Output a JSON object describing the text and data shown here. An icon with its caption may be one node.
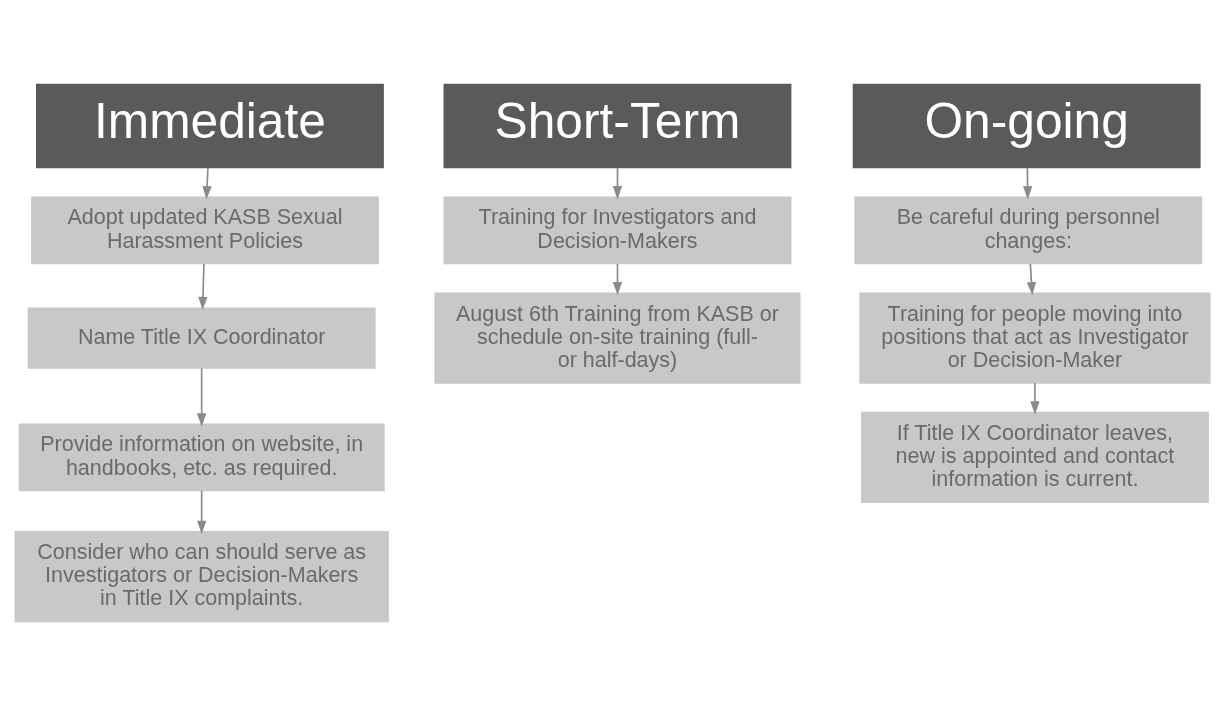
{
  "diagram": {
    "nodes": [
      {
        "text": [
          "Immediate"
        ]
      },
      {
        "text": [
          "Adopt updated KASB Sexual Harassment Policies"
        ]
      },
      {
        "text": [
          "Name Title IX Coordinator"
        ]
      },
      {
        "text": [
          "Provide information on website, in handbooks, etc. as required."
        ]
      },
      {
        "text": [
          "Consider who can should serve as Investigators or Decision-Makers in Title IX complaints."
        ]
      },
      {
        "text": [
          "Short-Term"
        ]
      },
      {
        "text": [
          "Training for Investigators and Decision-Makers"
        ]
      },
      {
        "text": [
          "August 6th Training from KASB or schedule on-site training (full- or half-days)"
        ]
      },
      {
        "text": [
          "On-going"
        ]
      },
      {
        "text": [
          "Be careful during personnel changes:"
        ]
      },
      {
        "text": [
          "Training for people moving into positions that act as Investigator or Decision-Maker"
        ]
      },
      {
        "text": [
          "If Title IX Coordinator leaves, new is appointed and contact information is current."
        ]
      }
    ],
    "edges": [
      {
        "from": 0,
        "to": 1,
        "arrow": "to"
      },
      {
        "from": 1,
        "to": 2,
        "arrow": "to"
      },
      {
        "from": 2,
        "to": 3,
        "arrow": "to"
      },
      {
        "from": 3,
        "to": 4,
        "arrow": "to"
      },
      {
        "from": 5,
        "to": 6,
        "arrow": "to"
      },
      {
        "from": 6,
        "to": 7,
        "arrow": "to"
      },
      {
        "from": 8,
        "to": 9,
        "arrow": "to"
      },
      {
        "from": 9,
        "to": 10,
        "arrow": "to"
      },
      {
        "from": 10,
        "to": 11,
        "arrow": "to"
      }
    ]
  }
}
